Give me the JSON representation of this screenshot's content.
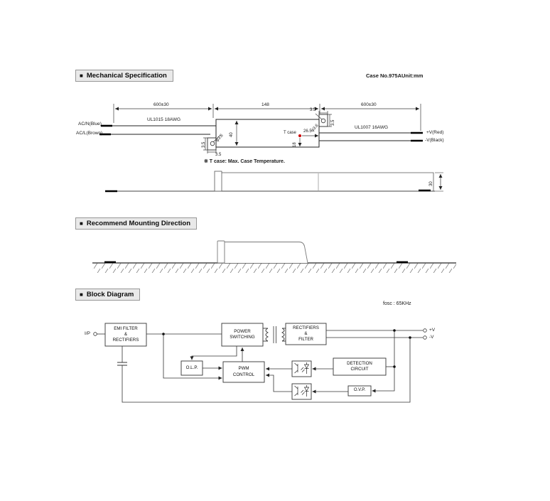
{
  "colors": {
    "background": "#ffffff",
    "line": "#333333",
    "tcase_dot": "#cc0000",
    "header_bg": "#e9e9e9",
    "header_border": "#979797"
  },
  "icons": {
    "section_bullet": "■"
  },
  "mechanical": {
    "title": "Mechanical Specification",
    "case_no": "Case No.975A",
    "unit": "Unit:mm",
    "dim_left_wire": "600±30",
    "dim_case_width": "148",
    "dim_right_wire": "600±30",
    "wire_in_top": "AC/N(Blue)",
    "wire_in_bottom": "AC/L(Brown)",
    "wire_in_type": "UL1015 18AWG",
    "wire_out_type": "UL1007 16AWG",
    "wire_out_top": "+V(Red)",
    "wire_out_bottom": "-V(Black)",
    "dim_tab_left_height": "3.5",
    "dim_tab_left_offset": "3.5",
    "dim_hole_left": "φ3.6",
    "dim_case_height": "40",
    "dim_tab_right_width": "3.5",
    "dim_tab_right_height": "3.5",
    "dim_hole_right": "φ3.6",
    "dim_tcase_from_edge": "26.5",
    "dim_tcase_from_bottom": "18",
    "tcase_label": "T case",
    "note": "※ T case: Max. Case Temperature.",
    "dim_side_height": "30"
  },
  "mounting": {
    "title": "Recommend Mounting Direction"
  },
  "block": {
    "title": "Block Diagram",
    "fosc": "fosc : 65KHz",
    "input": "I/P",
    "emi_line1": "EMI FILTER",
    "emi_line2": "&",
    "emi_line3": "RECTIFIERS",
    "power_line1": "POWER",
    "power_line2": "SWITCHING",
    "rect_line1": "RECTIFIERS",
    "rect_line2": "&",
    "rect_line3": "FILTER",
    "olp": "O.L.P.",
    "pwm_line1": "PWM",
    "pwm_line2": "CONTROL",
    "det_line1": "DETECTION",
    "det_line2": "CIRCUIT",
    "ovp": "O.V.P.",
    "out_pos": "+V",
    "out_neg": "-V"
  }
}
